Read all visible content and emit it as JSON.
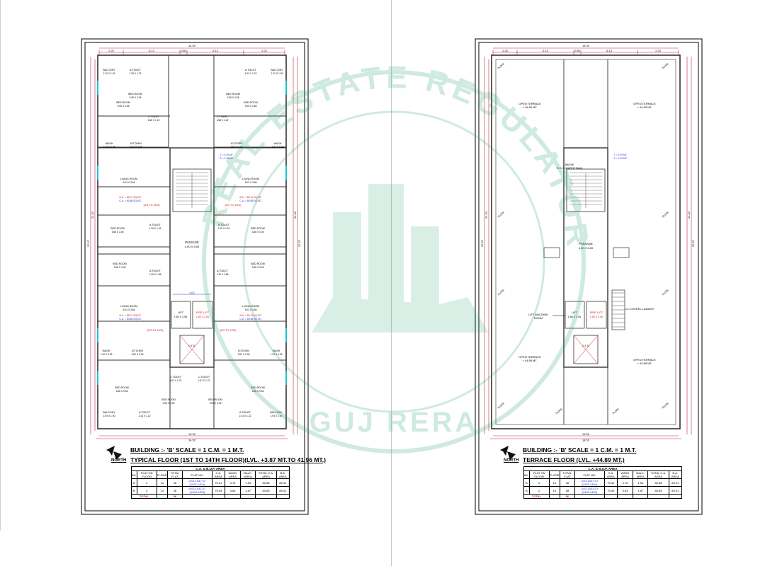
{
  "watermark": {
    "text": "GUJ RERA",
    "arc_text": "REAL ESTATE REGULATORY AUTHORITY",
    "color": "#2aa36b"
  },
  "colors": {
    "wall": "#333333",
    "dimension": "#c0203a",
    "blue": "#1a2fd0",
    "red": "#d01a1a",
    "cyan": "#19c6d6"
  },
  "left_sheet": {
    "north": "NORTH",
    "title_line1": "BUILDING :- 'B' SCALE = 1 C.M. = 1 M.T.",
    "title_line2": "TYPICAL FLOOR (1ST TO 14TH FLOOR)(LVL. +3.87 MT.TO 41.96 MT.)",
    "top_dims": [
      "2.24",
      "6.13",
      "0.80",
      "6.13",
      "2.24"
    ],
    "overall_width": "14.54",
    "bottom_dims": [
      "13.90",
      "14.52"
    ],
    "side_dims": [
      "21.43",
      "22.37"
    ],
    "rooms": [
      {
        "name": "BALCONY",
        "size": "1.22 X 1.90"
      },
      {
        "name": "A.TOILET",
        "size": "1.93 X 1.22"
      },
      {
        "name": "BED ROOM",
        "size": "3.05 X 3.05"
      },
      {
        "name": "BED ROOM",
        "size": "3.05 X 3.05"
      },
      {
        "name": "A.TOILET",
        "size": "1.93 X 1.22"
      },
      {
        "name": "BALCONY",
        "size": "1.22 X 1.90"
      },
      {
        "name": "BED ROOM",
        "size": "3.05 X 3.66"
      },
      {
        "name": "C.TOILET",
        "size": "1.68 X 1.22"
      },
      {
        "name": "C.TOILET",
        "size": "1.68 X 1.22"
      },
      {
        "name": "BED ROOM",
        "size": "3.05 X 3.66"
      },
      {
        "name": "WASH",
        "size": "1.22 X 3.05"
      },
      {
        "name": "KITCHEN",
        "size": "3.81 X 3.05"
      },
      {
        "name": "KITCHEN",
        "size": "3.81 X 3.05"
      },
      {
        "name": "WASH",
        "size": "1.22 X 3.05"
      },
      {
        "name": "LIVING ROOM",
        "size": "5.03 X 3.66"
      },
      {
        "name": "LIVING ROOM",
        "size": "5.03 X 3.66"
      },
      {
        "name": "BED ROOM",
        "size": "3.66 X 3.05"
      },
      {
        "name": "A.TOILET",
        "size": "1.30 X 1.91"
      },
      {
        "name": "A.TOILET",
        "size": "1.30 X 1.91"
      },
      {
        "name": "BED ROOM",
        "size": "3.66 X 3.05"
      },
      {
        "name": "PASSAGE",
        "size": "4.00 X 6.00"
      },
      {
        "name": "BED ROOM",
        "size": "3.66 X 3.05"
      },
      {
        "name": "A.TOILET",
        "size": "1.30 X 1.86"
      },
      {
        "name": "A.TOILET",
        "size": "1.30 X 1.86"
      },
      {
        "name": "BED ROOM",
        "size": "3.66 X 3.05"
      },
      {
        "name": "LIVING ROOM",
        "size": "5.03 X 3.66"
      },
      {
        "name": "LIVING ROOM",
        "size": "5.03 X 3.66"
      },
      {
        "name": "LIFT",
        "size": "1.80 X 2.06"
      },
      {
        "name": "FIRE LIFT",
        "size": "1.83 X 2.06"
      },
      {
        "name": "WASH",
        "size": "1.22 X 3.05"
      },
      {
        "name": "KITCHEN",
        "size": "3.81 X 3.05"
      },
      {
        "name": "KITCHEN",
        "size": "3.81 X 3.05"
      },
      {
        "name": "WASH",
        "size": "1.22 X 3.05"
      },
      {
        "name": "C.TOILET",
        "size": "1.67 X 1.22"
      },
      {
        "name": "C.TOILET",
        "size": "1.67 X 1.22"
      },
      {
        "name": "BED ROOM",
        "size": "3.66 X 3.05"
      },
      {
        "name": "BED ROOM",
        "size": "3.05 X 3.05"
      },
      {
        "name": "BED ROOM",
        "size": "3.05 X 3.05"
      },
      {
        "name": "BED ROOM",
        "size": "3.66 X 3.05"
      },
      {
        "name": "BALCONY",
        "size": "1.93 X 1.90"
      },
      {
        "name": "A.TOILET",
        "size": "2.13 X 1.22"
      },
      {
        "name": "A.TOILET",
        "size": "2.13 X 1.22"
      },
      {
        "name": "BALCONY",
        "size": "1.93 X 1.90"
      }
    ],
    "area_notes": [
      {
        "ba": "B.A. = 85.41 SQ.MT.",
        "ca": "C.A. = 80.88 SQ.MT.",
        "flats": "[104 TO 1404]"
      },
      {
        "ba": "B.A. = 85.41 SQ.MT.",
        "ca": "C.A. = 80.68 SQ.MT.",
        "flats": "[101 TO 1401]"
      },
      {
        "ba": "B.A. = 85.41 SQ.MT.",
        "ca": "C.A. = 80.68 SQ.MT.",
        "flats": "[103 TO 1403]"
      },
      {
        "ba": "B.A. = 85.41 SQ.MT.",
        "ca": "C.A. = 80.68 SQ.MT.",
        "flats": "[102 TO 1402]"
      }
    ],
    "stair_labels": [
      "T = 0.30 MT.",
      "R = 0.15 MT."
    ],
    "otsr": "O.T.S.",
    "dim_passage": "4.00"
  },
  "right_sheet": {
    "north": "NORTH",
    "title_line1": "BUILDING :- 'B' SCALE = 1 C.M. = 1 M.T.",
    "title_line2": "TERRACE FLOOR (LVL. +44.89 MT.)",
    "top_dims": [
      "2.24",
      "6.13",
      "0.80",
      "6.13",
      "2.24"
    ],
    "overall_width": "14.54",
    "bottom_dims": [
      "13.90",
      "14.52"
    ],
    "side_dims": [
      "21.43",
      "22.37"
    ],
    "labels": [
      {
        "name": "OPEN TERRACE",
        "level": "+ 44.89 MT."
      },
      {
        "name": "OPEN TERRACE",
        "level": "+ 44.89 MT."
      },
      {
        "name": "OPEN TERRACE",
        "level": "+ 44.89 MT."
      },
      {
        "name": "OPEN TERRACE",
        "level": "+ 44.89 MT."
      }
    ],
    "tank": [
      "ABOVE",
      "R.C.C. WATER TANK"
    ],
    "passage": {
      "name": "PASSAGE",
      "size": "4.00 X 6.00"
    },
    "lift": {
      "name": "LIFT",
      "size": "1.80 X 2.06"
    },
    "fire_lift": {
      "name": "FIRE LIFT",
      "size": "1.83 X 2.06"
    },
    "machine_room": [
      "LIFT MACHINE",
      "ROOM"
    ],
    "steel_ladder": "STEEL LADDER",
    "slope": "SLOPE",
    "stair_labels": [
      "T = 0.30 MT.",
      "R = 0.15 MT."
    ],
    "otsr": "O.T.S."
  },
  "area_table": {
    "caption": "C.A. & B.U.P. AREA",
    "headers": [
      "BU.",
      "FLAT ON FLOOR",
      "FLOOR",
      "TOTAL FLAT",
      "FLAT NO.",
      "C.A. AREA",
      "WASH AREA",
      "BALC. AREA",
      "TOTAL C.A. AREA",
      "B.A. AREA"
    ],
    "rows": [
      [
        "B",
        "2",
        "14",
        "28",
        "(101,104) TO (1401,1404)",
        "75.41",
        "3.75",
        "1.54",
        "80.88",
        "85.41"
      ],
      [
        "B",
        "2",
        "14",
        "28",
        "(102,103) TO (1402,1403)",
        "75.05",
        "3.63",
        "1.87",
        "80.65",
        "85.41"
      ]
    ],
    "total_label": "TOTAL",
    "total_value": "56"
  }
}
